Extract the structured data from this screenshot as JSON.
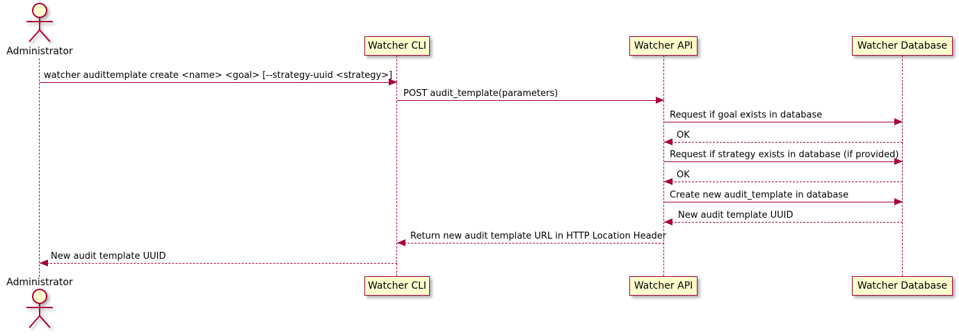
{
  "diagram": {
    "type": "sequence",
    "colors": {
      "participant_fill": "#FEFECE",
      "accent": "#A80036",
      "text": "#000000",
      "background": "#FFFFFF"
    },
    "actor": {
      "label": "Administrator"
    },
    "participants": [
      {
        "label": "Watcher CLI"
      },
      {
        "label": "Watcher API"
      },
      {
        "label": "Watcher Database"
      }
    ],
    "messages": [
      {
        "from": "Administrator",
        "to": "Watcher CLI",
        "kind": "solid",
        "text": "watcher audittemplate create <name> <goal> [--strategy-uuid <strategy>]"
      },
      {
        "from": "Watcher CLI",
        "to": "Watcher API",
        "kind": "solid",
        "text": "POST audit_template(parameters)"
      },
      {
        "from": "Watcher API",
        "to": "Watcher Database",
        "kind": "solid",
        "text": "Request if goal exists in database"
      },
      {
        "from": "Watcher Database",
        "to": "Watcher API",
        "kind": "reply",
        "text": "OK"
      },
      {
        "from": "Watcher API",
        "to": "Watcher Database",
        "kind": "solid",
        "text": "Request if strategy exists in database (if provided)"
      },
      {
        "from": "Watcher Database",
        "to": "Watcher API",
        "kind": "reply",
        "text": "OK"
      },
      {
        "from": "Watcher API",
        "to": "Watcher Database",
        "kind": "solid",
        "text": "Create new audit_template in database"
      },
      {
        "from": "Watcher Database",
        "to": "Watcher API",
        "kind": "reply",
        "text": "New audit template UUID"
      },
      {
        "from": "Watcher API",
        "to": "Watcher CLI",
        "kind": "reply",
        "text": "Return new audit template URL in HTTP Location Header"
      },
      {
        "from": "Watcher CLI",
        "to": "Administrator",
        "kind": "reply",
        "text": "New audit template UUID"
      }
    ]
  }
}
